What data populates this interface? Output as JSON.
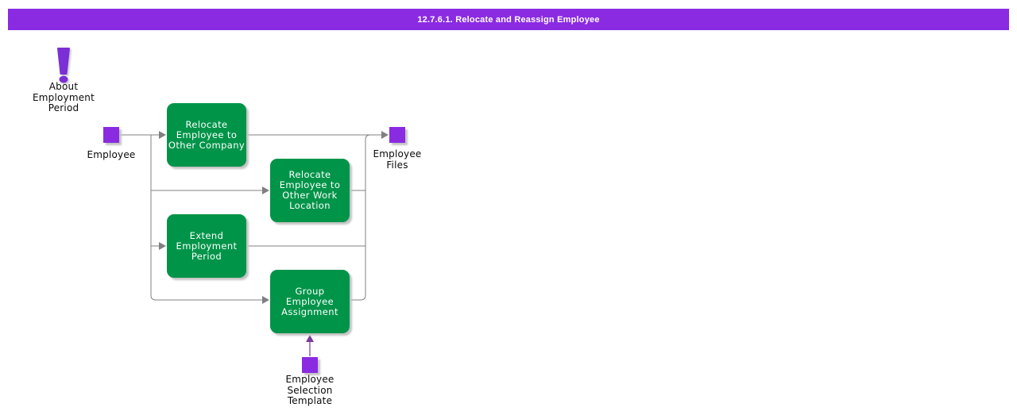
{
  "header": {
    "title": "12.7.6.1. Relocate and Reassign Employee"
  },
  "colors": {
    "header_bg": "#8a2be2",
    "process_fill": "#009449",
    "artifact_fill": "#8a2be2",
    "icon_purple": "#7b2fd6",
    "connector": "#808080",
    "template_arrow": "#7a3b96",
    "process_text": "#ffffff",
    "label_text": "#0a0a0a"
  },
  "icons": {
    "about_note": "exclamation-icon"
  },
  "nodes": {
    "about_note": {
      "label": "About\nEmployment\nPeriod"
    },
    "employee": {
      "label": "Employee"
    },
    "relocate_company": {
      "label": "Relocate\nEmployee to\nOther Company"
    },
    "relocate_location": {
      "label": "Relocate\nEmployee to\nOther Work\nLocation"
    },
    "extend_period": {
      "label": "Extend\nEmployment\nPeriod"
    },
    "group_assignment": {
      "label": "Group Employee\nAssignment"
    },
    "employee_files": {
      "label": "Employee\nFiles"
    },
    "selection_template": {
      "label": "Employee\nSelection\nTemplate"
    }
  }
}
